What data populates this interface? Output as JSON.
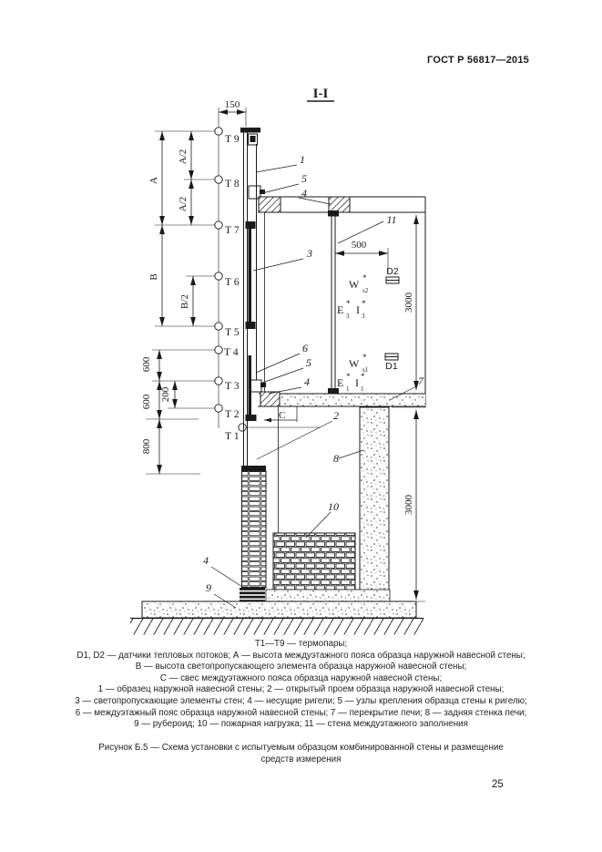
{
  "header": {
    "standard_ref": "ГОСТ Р 56817—2015"
  },
  "figure": {
    "section_mark": "I-I",
    "thermocouples": [
      "Т 9",
      "Т 8",
      "Т 7",
      "Т 6",
      "Т 5",
      "Т 4",
      "Т 3",
      "Т 2",
      "Т 1"
    ],
    "dims": {
      "top_width": "150",
      "a": "А",
      "a2": "А/2",
      "b": "В",
      "b2": "В/2",
      "s600a": "600",
      "s200": "200",
      "s600b": "600",
      "s800": "800",
      "s500": "500",
      "h3000_top": "3000",
      "h3000_bottom": "3000",
      "overhang": "С"
    },
    "callouts": {
      "n1": "1",
      "n2": "2",
      "n3": "3",
      "n4": "4",
      "n5": "5",
      "n6": "6",
      "n7": "7",
      "n8": "8",
      "n9": "9",
      "n10": "10",
      "n11": "11"
    },
    "sensors": {
      "d1": "D1",
      "d2": "D2",
      "w": "W",
      "star": "*",
      "w_sub_top": "s2",
      "w_sub_bottom": "s1",
      "e": "E",
      "i": "I",
      "ei_sub_top": "3",
      "ei_sub_bottom": "1"
    }
  },
  "legend": {
    "lines": [
      "Т1—Т9 — термопары;",
      "D1, D2 — датчики тепловых потоков; А — высота междуэтажного пояса образца наружной навесной стены;",
      "В — высота светопропускающего элемента образца наружной навесной стены;",
      "С — свес междуэтажного пояса образца наружной навесной стены;",
      "1 — образец наружной навесной стены; 2 — открытый проем образца наружной навесной стены;",
      "3 — светопропускающие элементы стен; 4 — несущие ригели; 5 — узлы крепления образца стены к ригелю;",
      "6 — междуэтажный пояс образца наружной навесной стены; 7 — перекрытие печи; 8 — задняя стенка печи;",
      "9 — рубероид; 10 — пожарная нагрузка; 11 — стена междуэтажного заполнения"
    ]
  },
  "caption": {
    "line1": "Рисунок Б.5 — Схема установки с испытуемым образцом комбинированной стены и размещение",
    "line2": "средств измерения"
  },
  "page_number": "25"
}
